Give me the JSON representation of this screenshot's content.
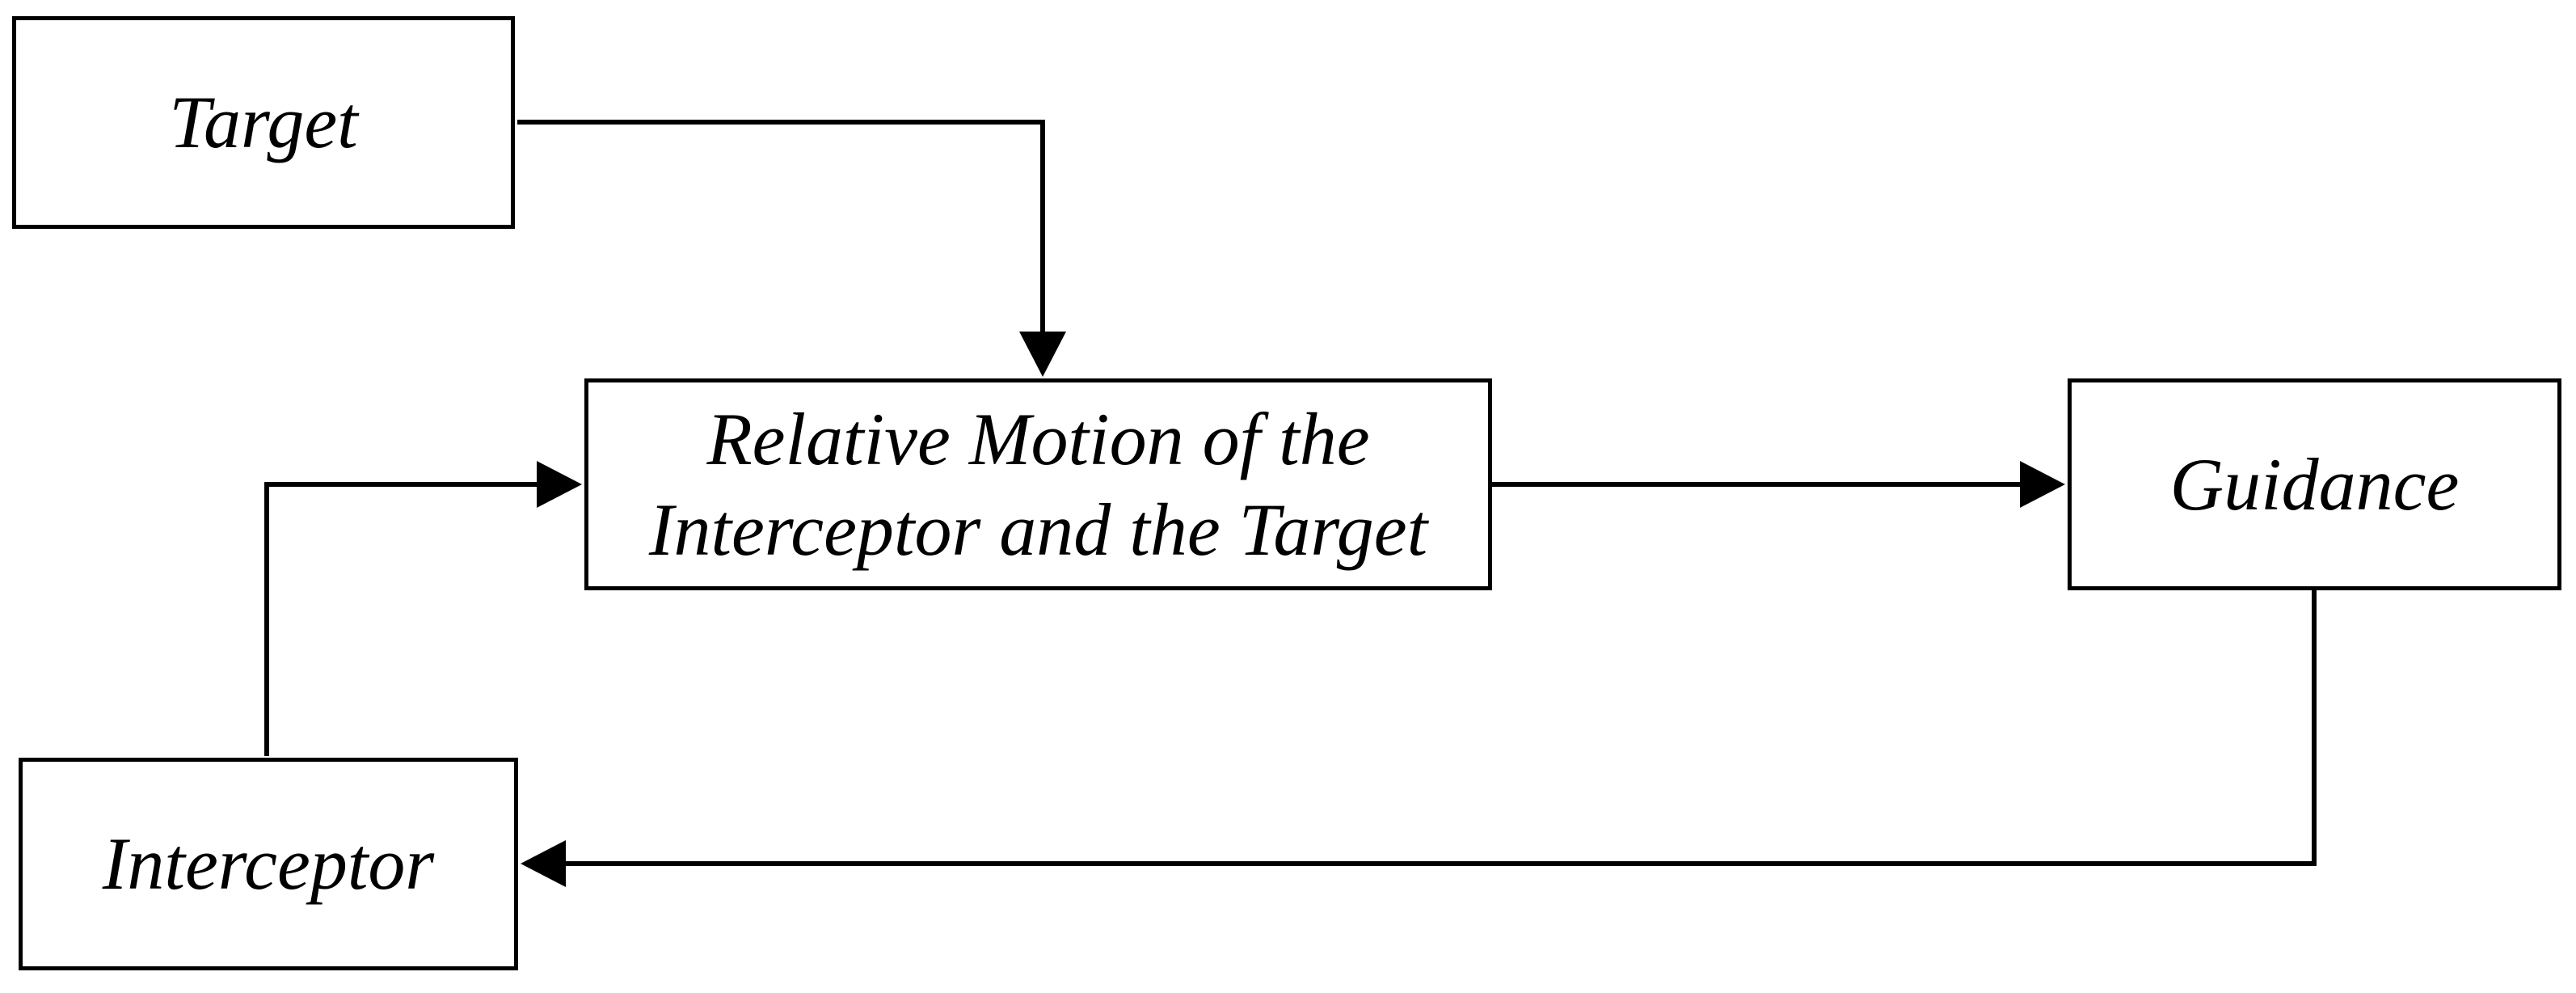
{
  "diagram": {
    "title": "Interceptor guidance loop block diagram",
    "background_color": "#ffffff",
    "line_color": "#000000",
    "text_color": "#000000",
    "nodes": {
      "target": {
        "label": "Target"
      },
      "relative_motion": {
        "label": "Relative Motion of the Interceptor and the Target",
        "label_line1": "Relative Motion of the",
        "label_line2": "Interceptor and the Target"
      },
      "guidance": {
        "label": "Guidance"
      },
      "interceptor": {
        "label": "Interceptor"
      }
    },
    "edges": [
      {
        "from": "Target",
        "to": "Relative Motion of the Interceptor and the Target"
      },
      {
        "from": "Interceptor",
        "to": "Relative Motion of the Interceptor and the Target"
      },
      {
        "from": "Relative Motion of the Interceptor and the Target",
        "to": "Guidance"
      },
      {
        "from": "Guidance",
        "to": "Interceptor"
      }
    ]
  }
}
